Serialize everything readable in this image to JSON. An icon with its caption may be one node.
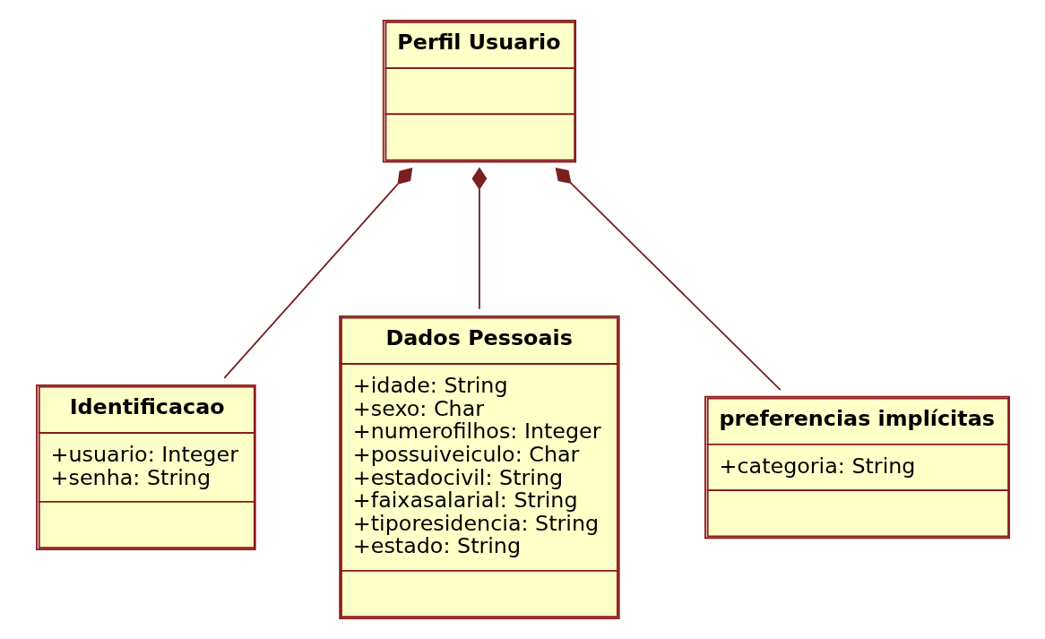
{
  "diagram": {
    "nodes": [
      {
        "text": [
          "Perfil Usuario"
        ]
      },
      {
        "text": [
          "Identificacao",
          "+usuario: Integer",
          "+senha: String"
        ]
      },
      {
        "text": [
          "Dados Pessoais",
          "+idade: String",
          "+sexo: Char",
          "+numerofilhos: Integer",
          "+possuiveiculo: Char",
          "+estadocivil: String",
          "+faixasalarial: String",
          "+tiporesidencia: String",
          "+estado: String"
        ]
      },
      {
        "text": [
          "preferencias implícitas",
          "+categoria: String"
        ]
      }
    ],
    "edges": [
      {
        "from": 0,
        "to": 1,
        "arrow": "other"
      },
      {
        "from": 0,
        "to": 2,
        "arrow": "other"
      },
      {
        "from": 0,
        "to": 3,
        "arrow": "other"
      }
    ]
  }
}
